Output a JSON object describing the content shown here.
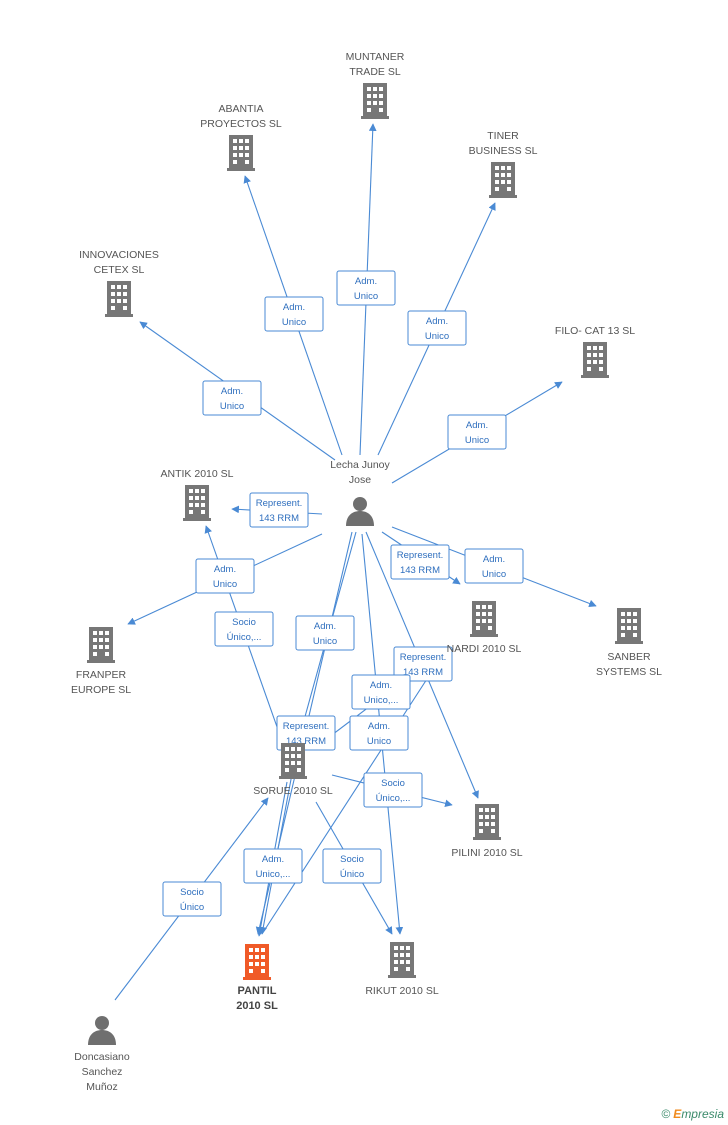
{
  "footer": {
    "copyright": "©",
    "brand_e": "E",
    "brand_rest": "mpresia"
  },
  "colors": {
    "edge": "#4a8ad4",
    "company": "#777777",
    "focus": "#f05a28",
    "person": "#6f6f6f"
  },
  "nodes": [
    {
      "id": "muntaner",
      "kind": "company",
      "lines": [
        "MUNTANER",
        "TRADE SL"
      ]
    },
    {
      "id": "abantia",
      "kind": "company",
      "lines": [
        "ABANTIA",
        "PROYECTOS SL"
      ]
    },
    {
      "id": "tiner",
      "kind": "company",
      "lines": [
        "TINER",
        "BUSINESS SL"
      ]
    },
    {
      "id": "innovaciones",
      "kind": "company",
      "lines": [
        "INNOVACIONES",
        "CETEX SL"
      ]
    },
    {
      "id": "filocat",
      "kind": "company",
      "lines": [
        "FILO- CAT 13  SL"
      ]
    },
    {
      "id": "lecha",
      "kind": "person",
      "lines": [
        "Lecha Junoy",
        "Jose"
      ]
    },
    {
      "id": "antik",
      "kind": "company",
      "lines": [
        "ANTIK 2010 SL"
      ]
    },
    {
      "id": "nardi",
      "kind": "company",
      "lines": [
        "NARDI 2010 SL"
      ]
    },
    {
      "id": "sanber",
      "kind": "company",
      "lines": [
        "SANBER",
        "SYSTEMS SL"
      ]
    },
    {
      "id": "franper",
      "kind": "company",
      "lines": [
        "FRANPER",
        "EUROPE SL"
      ]
    },
    {
      "id": "sorue",
      "kind": "company",
      "lines": [
        "SORUE 2010 SL"
      ]
    },
    {
      "id": "pilini",
      "kind": "company",
      "lines": [
        "PILINI 2010 SL"
      ]
    },
    {
      "id": "pantil",
      "kind": "focus",
      "lines": [
        "PANTIL",
        "2010 SL"
      ]
    },
    {
      "id": "rikut",
      "kind": "company",
      "lines": [
        "RIKUT 2010 SL"
      ]
    },
    {
      "id": "doncasiano",
      "kind": "person",
      "lines": [
        "Doncasiano",
        "Sanchez",
        "Muñoz"
      ]
    }
  ],
  "edge_labels": [
    {
      "id": "lecha-muntaner",
      "lines": [
        "Adm.",
        "Unico"
      ]
    },
    {
      "id": "lecha-abantia",
      "lines": [
        "Adm.",
        "Unico"
      ]
    },
    {
      "id": "lecha-tiner",
      "lines": [
        "Adm.",
        "Unico"
      ]
    },
    {
      "id": "lecha-innovaciones",
      "lines": [
        "Adm.",
        "Unico"
      ]
    },
    {
      "id": "lecha-filocat",
      "lines": [
        "Adm.",
        "Unico"
      ]
    },
    {
      "id": "lecha-antik",
      "lines": [
        "Represent.",
        "143 RRM"
      ]
    },
    {
      "id": "lecha-nardi",
      "lines": [
        "Represent.",
        "143 RRM"
      ]
    },
    {
      "id": "lecha-sanber",
      "lines": [
        "Adm.",
        "Unico"
      ]
    },
    {
      "id": "lecha-franper",
      "lines": [
        "Adm.",
        "Unico"
      ]
    },
    {
      "id": "sorue-antik",
      "lines": [
        "Socio",
        "Único,..."
      ]
    },
    {
      "id": "lecha-pantil-a",
      "lines": [
        "Adm.",
        "Unico"
      ]
    },
    {
      "id": "sorue-nardi",
      "lines": [
        "Represent.",
        "143 RRM"
      ]
    },
    {
      "id": "pantil-nardi",
      "lines": [
        "Adm.",
        "Unico,..."
      ]
    },
    {
      "id": "lecha-pantil-b",
      "lines": [
        "Represent.",
        "143 RRM"
      ]
    },
    {
      "id": "lecha-rikut",
      "lines": [
        "Adm.",
        "Unico"
      ]
    },
    {
      "id": "sorue-pilini",
      "lines": [
        "Socio",
        "Único,..."
      ]
    },
    {
      "id": "sorue-pantil",
      "lines": [
        "Adm.",
        "Unico,..."
      ]
    },
    {
      "id": "sorue-rikut",
      "lines": [
        "Socio",
        "Único"
      ]
    },
    {
      "id": "doncasiano-sorue",
      "lines": [
        "Socio",
        "Único"
      ]
    }
  ]
}
